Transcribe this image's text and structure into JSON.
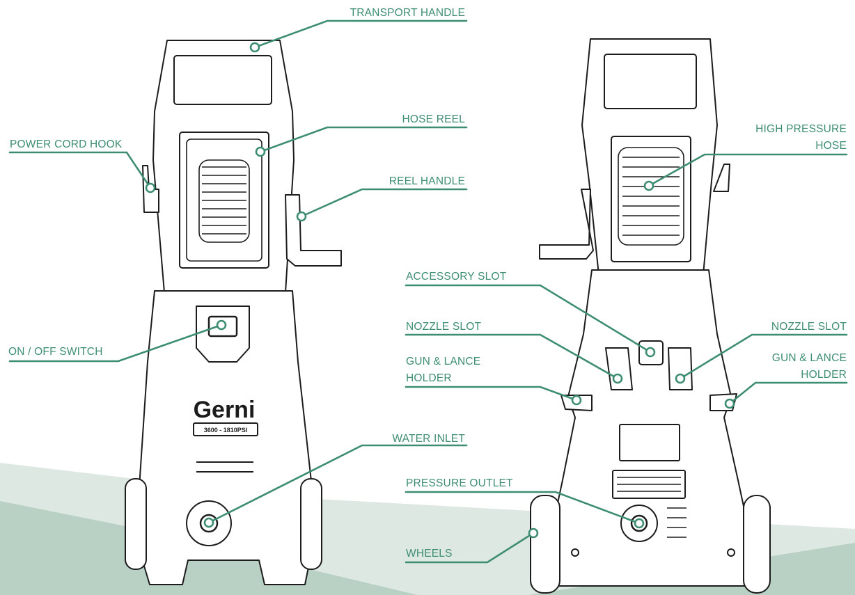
{
  "colors": {
    "accent": "#3d8d73",
    "floor_light": "#dde8e2",
    "floor_mid": "#b3cec1",
    "outline": "#1c1c1c"
  },
  "brand": {
    "logo": "Gerni",
    "model": "3600 - 1810PSI"
  },
  "labels": {
    "transport_handle": "TRANSPORT HANDLE",
    "hose_reel": "HOSE REEL",
    "reel_handle": "REEL HANDLE",
    "power_cord_hook": "POWER CORD HOOK",
    "on_off_switch": "ON / OFF SWITCH",
    "water_inlet": "WATER INLET",
    "high_pressure_hose_l1": "HIGH PRESSURE",
    "high_pressure_hose_l2": "HOSE",
    "accessory_slot": "ACCESSORY SLOT",
    "nozzle_slot_left": "NOZZLE SLOT",
    "nozzle_slot_right": "NOZZLE SLOT",
    "gun_lance_left_l1": "GUN & LANCE",
    "gun_lance_left_l2": "HOLDER",
    "gun_lance_right_l1": "GUN & LANCE",
    "gun_lance_right_l2": "HOLDER",
    "pressure_outlet": "PRESSURE OUTLET",
    "wheels": "WHEELS"
  }
}
